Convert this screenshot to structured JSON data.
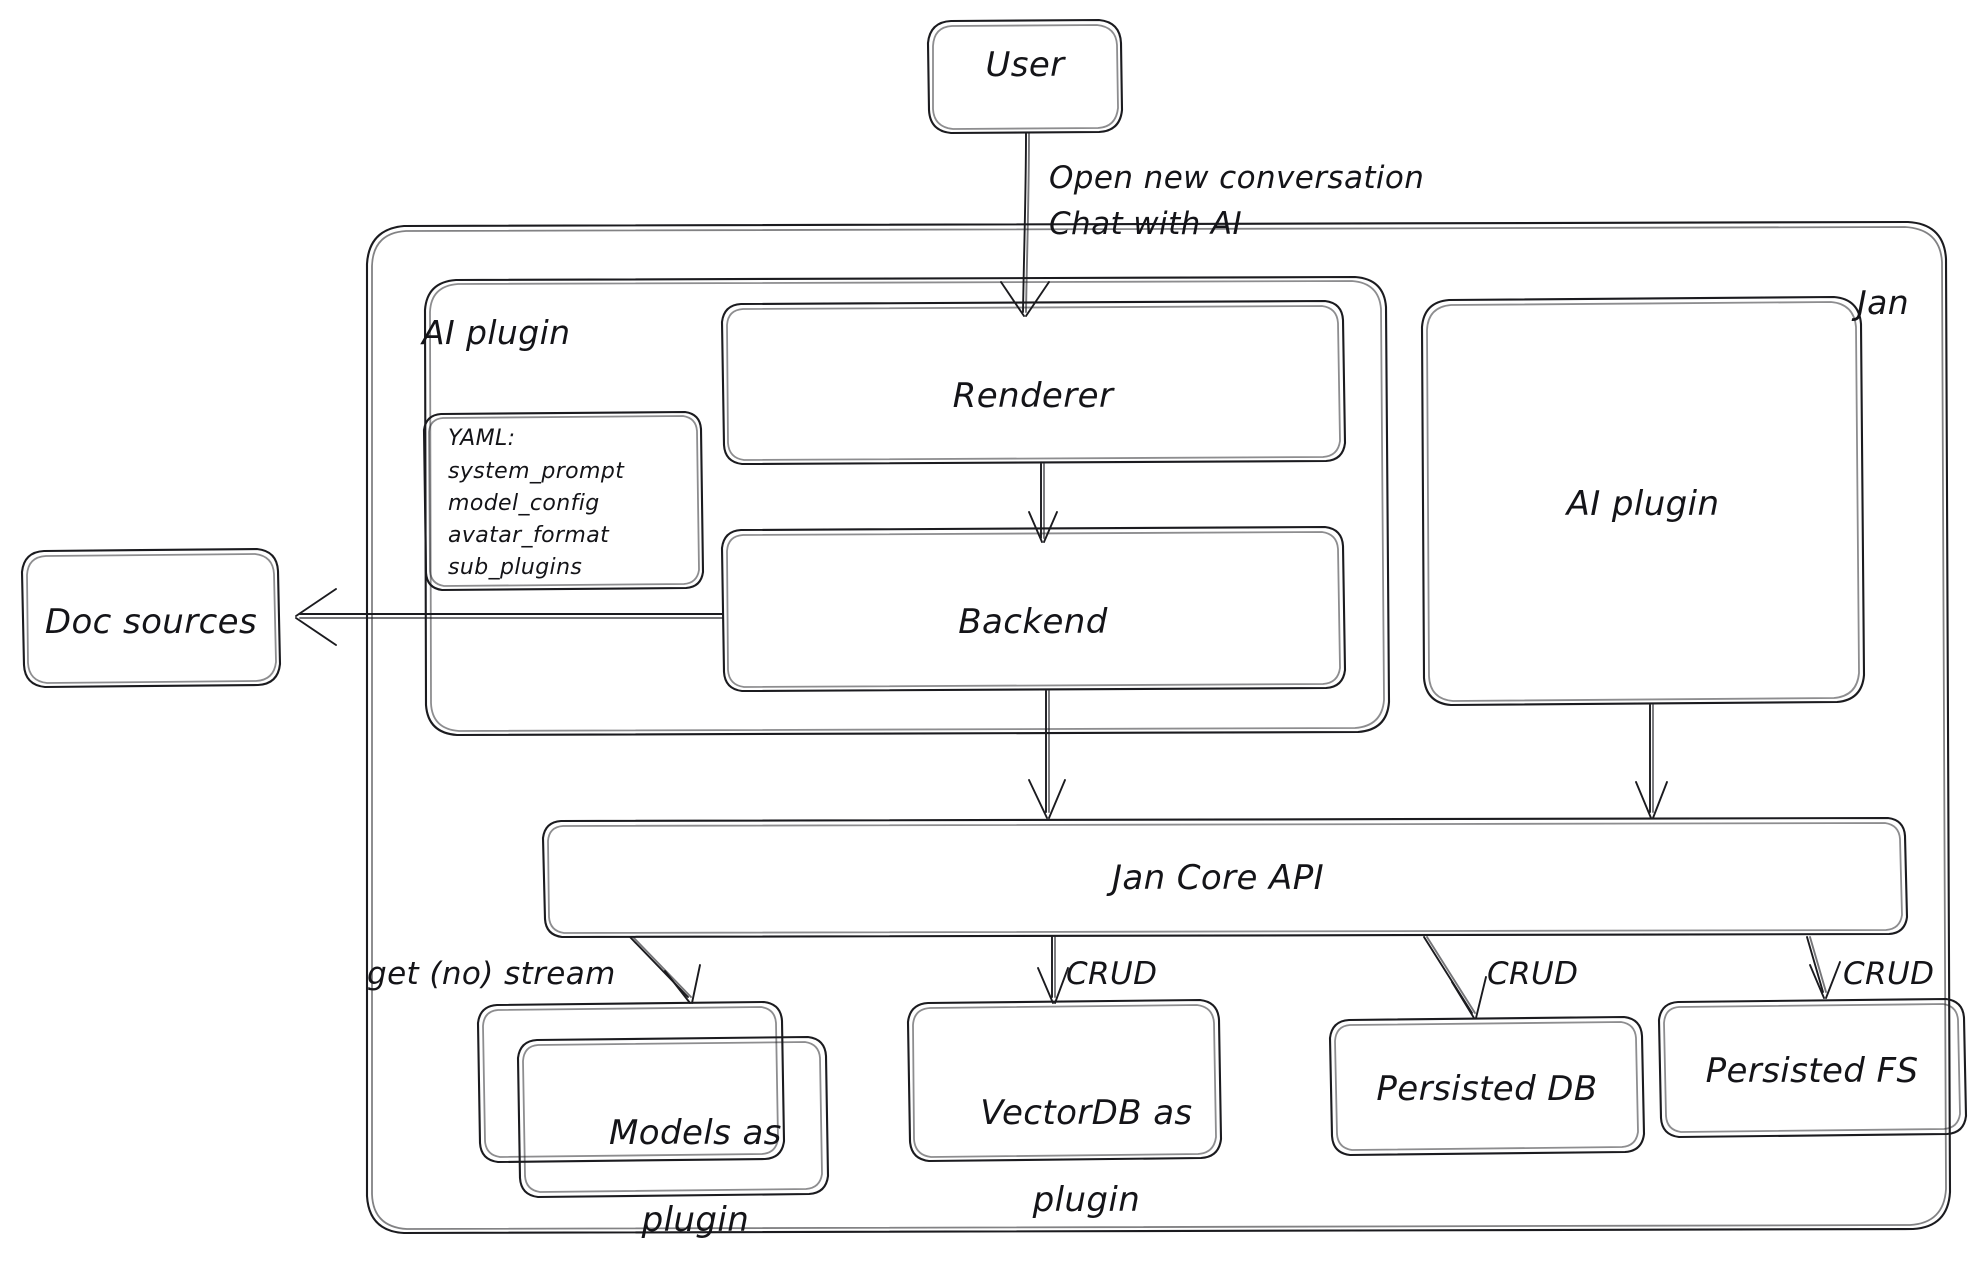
{
  "diagram": {
    "title": "Jan architecture",
    "type": "flowchart",
    "style": "hand-drawn sketch",
    "stroke_color": "#1b1b1f",
    "background_color": "#ffffff"
  },
  "nodes": {
    "user": {
      "label": "User"
    },
    "jan_group": {
      "label": "Jan"
    },
    "ai_plugin_group": {
      "label": "AI plugin"
    },
    "yaml_note": {
      "title": "YAML:",
      "lines": [
        "system_prompt",
        "model_config",
        "avatar_format",
        "sub_plugins"
      ]
    },
    "renderer": {
      "label": "Renderer"
    },
    "backend": {
      "label": "Backend"
    },
    "ai_plugin_box": {
      "label": "AI plugin"
    },
    "doc_sources": {
      "label": "Doc sources"
    },
    "jan_core_api": {
      "label": "Jan Core API"
    },
    "models_as_plugin": {
      "label": "Models as\nplugin"
    },
    "vectordb_as_plugin": {
      "label": "VectorDB as\nplugin"
    },
    "persisted_db": {
      "label": "Persisted DB"
    },
    "persisted_fs": {
      "label": "Persisted FS"
    }
  },
  "edges": [
    {
      "from": "user",
      "to": "renderer",
      "label": "Open new conversation\nChat with AI"
    },
    {
      "from": "renderer",
      "to": "backend",
      "label": ""
    },
    {
      "from": "backend",
      "to": "doc_sources",
      "label": ""
    },
    {
      "from": "backend",
      "to": "jan_core_api",
      "label": ""
    },
    {
      "from": "ai_plugin_box",
      "to": "jan_core_api",
      "label": ""
    },
    {
      "from": "jan_core_api",
      "to": "models_as_plugin",
      "label": "get (no) stream"
    },
    {
      "from": "jan_core_api",
      "to": "vectordb_as_plugin",
      "label": "CRUD"
    },
    {
      "from": "jan_core_api",
      "to": "persisted_db",
      "label": "CRUD"
    },
    {
      "from": "jan_core_api",
      "to": "persisted_fs",
      "label": "CRUD"
    }
  ],
  "edge_labels": {
    "user_to_renderer_line1": "Open new conversation",
    "user_to_renderer_line2": "Chat with AI",
    "get_no_stream": "get (no) stream",
    "crud_vectordb": "CRUD",
    "crud_persisted_db": "CRUD",
    "crud_persisted_fs": "CRUD"
  }
}
